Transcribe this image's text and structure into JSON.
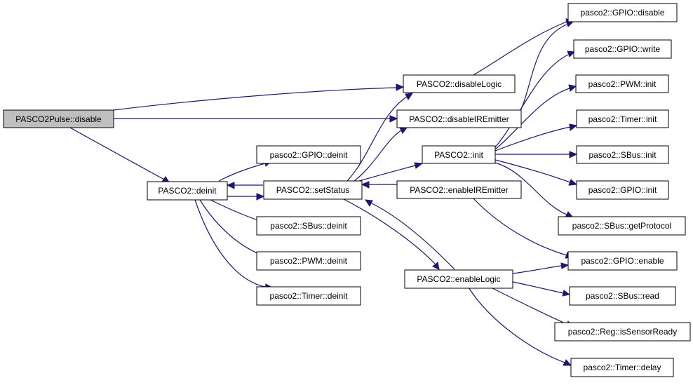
{
  "diagram": {
    "colors": {
      "edge": "#191970",
      "root_fill": "#bfbfbf",
      "node_fill": "#ffffff",
      "node_border": "#000000"
    },
    "nodes": [
      {
        "id": "root",
        "label": "PASCO2Pulse::disable",
        "root": true
      },
      {
        "id": "deinit",
        "label": "PASCO2::deinit"
      },
      {
        "id": "setStatus",
        "label": "PASCO2::setStatus"
      },
      {
        "id": "disableLogic",
        "label": "PASCO2::disableLogic"
      },
      {
        "id": "disableIREmitter",
        "label": "PASCO2::disableIREmitter"
      },
      {
        "id": "init",
        "label": "PASCO2::init"
      },
      {
        "id": "enableIREmitter",
        "label": "PASCO2::enableIREmitter"
      },
      {
        "id": "enableLogic",
        "label": "PASCO2::enableLogic"
      },
      {
        "id": "gpioDeinit",
        "label": "pasco2::GPIO::deinit"
      },
      {
        "id": "sbusDeinit",
        "label": "pasco2::SBus::deinit"
      },
      {
        "id": "pwmDeinit",
        "label": "pasco2::PWM::deinit"
      },
      {
        "id": "timerDeinit",
        "label": "pasco2::Timer::deinit"
      },
      {
        "id": "gpioDisable",
        "label": "pasco2::GPIO::disable"
      },
      {
        "id": "gpioWrite",
        "label": "pasco2::GPIO::write"
      },
      {
        "id": "pwmInit",
        "label": "pasco2::PWM::init"
      },
      {
        "id": "timerInit",
        "label": "pasco2::Timer::init"
      },
      {
        "id": "sbusInit",
        "label": "pasco2::SBus::init"
      },
      {
        "id": "gpioInit",
        "label": "pasco2::GPIO::init"
      },
      {
        "id": "sbusGetProtocol",
        "label": "pasco2::SBus::getProtocol"
      },
      {
        "id": "gpioEnable",
        "label": "pasco2::GPIO::enable"
      },
      {
        "id": "sbusRead",
        "label": "pasco2::SBus::read"
      },
      {
        "id": "regIsSensorReady",
        "label": "pasco2::Reg::isSensorReady"
      },
      {
        "id": "timerDelay",
        "label": "pasco2::Timer::delay"
      }
    ],
    "edges": [
      {
        "from": "root",
        "to": "disableLogic"
      },
      {
        "from": "root",
        "to": "disableIREmitter"
      },
      {
        "from": "root",
        "to": "deinit"
      },
      {
        "from": "deinit",
        "to": "gpioDeinit"
      },
      {
        "from": "deinit",
        "to": "setStatus"
      },
      {
        "from": "deinit",
        "to": "sbusDeinit"
      },
      {
        "from": "deinit",
        "to": "pwmDeinit"
      },
      {
        "from": "deinit",
        "to": "timerDeinit"
      },
      {
        "from": "setStatus",
        "to": "deinit"
      },
      {
        "from": "setStatus",
        "to": "disableLogic"
      },
      {
        "from": "setStatus",
        "to": "disableIREmitter"
      },
      {
        "from": "setStatus",
        "to": "init"
      },
      {
        "from": "setStatus",
        "to": "enableLogic"
      },
      {
        "from": "enableIREmitter",
        "to": "setStatus"
      },
      {
        "from": "enableLogic",
        "to": "setStatus"
      },
      {
        "from": "disableLogic",
        "to": "gpioDisable"
      },
      {
        "from": "disableIREmitter",
        "to": "gpioDisable"
      },
      {
        "from": "init",
        "to": "gpioWrite"
      },
      {
        "from": "init",
        "to": "pwmInit"
      },
      {
        "from": "init",
        "to": "timerInit"
      },
      {
        "from": "init",
        "to": "sbusInit"
      },
      {
        "from": "init",
        "to": "gpioInit"
      },
      {
        "from": "init",
        "to": "sbusGetProtocol"
      },
      {
        "from": "enableIREmitter",
        "to": "gpioEnable"
      },
      {
        "from": "enableLogic",
        "to": "gpioEnable"
      },
      {
        "from": "enableLogic",
        "to": "sbusRead"
      },
      {
        "from": "enableLogic",
        "to": "regIsSensorReady"
      },
      {
        "from": "enableLogic",
        "to": "timerDelay"
      }
    ]
  }
}
